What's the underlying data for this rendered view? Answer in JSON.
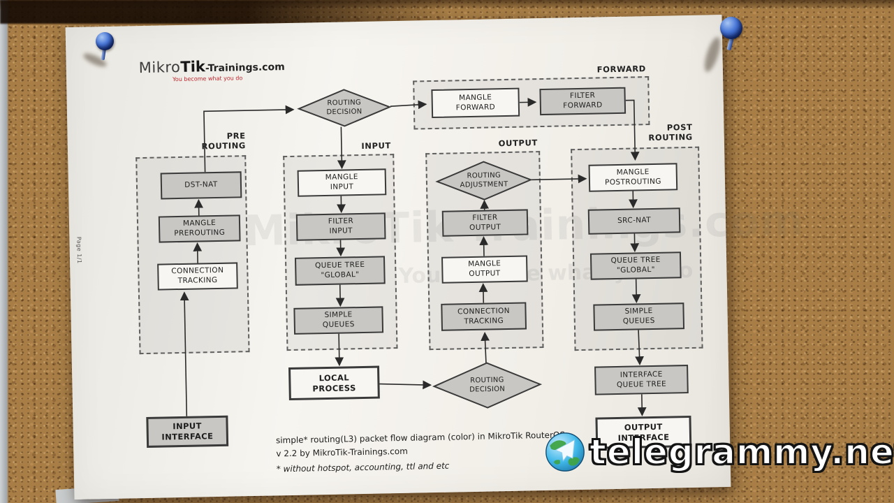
{
  "photo": {
    "watermark_text": "telegrammy.net",
    "page_label": "Page 1/1"
  },
  "logo": {
    "part1": "Mikro",
    "part2": "Tik",
    "part3": "-Trainings.com",
    "tagline": "You become what you do"
  },
  "ghost_watermark": {
    "line1": "MikroTik-Trainings.com",
    "line2": "You become what you do"
  },
  "sections": {
    "pre_routing": "PRE\nROUTING",
    "input": "INPUT",
    "forward": "FORWARD",
    "output": "OUTPUT",
    "post_routing": "POST\nROUTING"
  },
  "nodes": {
    "routing_decision_top": "ROUTING\nDECISION",
    "mangle_forward": "MANGLE\nFORWARD",
    "filter_forward": "FILTER\nFORWARD",
    "dst_nat": "DST-NAT",
    "mangle_prerouting": "MANGLE\nPREROUTING",
    "connection_tracking_pre": "CONNECTION\nTRACKING",
    "mangle_input": "MANGLE\nINPUT",
    "filter_input": "FILTER\nINPUT",
    "queue_tree_global_input": "QUEUE TREE\n\"GLOBAL\"",
    "simple_queues_input": "SIMPLE\nQUEUES",
    "routing_adjustment": "ROUTING\nADJUSTMENT",
    "filter_output": "FILTER\nOUTPUT",
    "mangle_output": "MANGLE\nOUTPUT",
    "connection_tracking_out": "CONNECTION\nTRACKING",
    "mangle_postrouting": "MANGLE\nPOSTROUTING",
    "src_nat": "SRC-NAT",
    "queue_tree_global_post": "QUEUE TREE\n\"GLOBAL\"",
    "simple_queues_post": "SIMPLE\nQUEUES",
    "interface_queue_tree": "INTERFACE\nQUEUE TREE",
    "output_interface": "OUTPUT\nINTERFACE",
    "local_process": "LOCAL\nPROCESS",
    "routing_decision_bottom": "ROUTING\nDECISION",
    "input_interface": "INPUT\nINTERFACE"
  },
  "caption": {
    "line1": "simple* routing(L3) packet flow diagram (color) in MikroTik RouterOS",
    "line2": "v 2.2 by MikroTik-Trainings.com",
    "line3": "* without hotspot, accounting, ttl and etc"
  },
  "colors": {
    "paper": "#f5f3ee",
    "cork": "#a87e46",
    "node_gray": "#c8c7c3",
    "node_white": "#f7f6f2",
    "pin_blue": "#2a55b8",
    "tagline_red": "#c2262e",
    "watermark_text": "#ffffff"
  }
}
